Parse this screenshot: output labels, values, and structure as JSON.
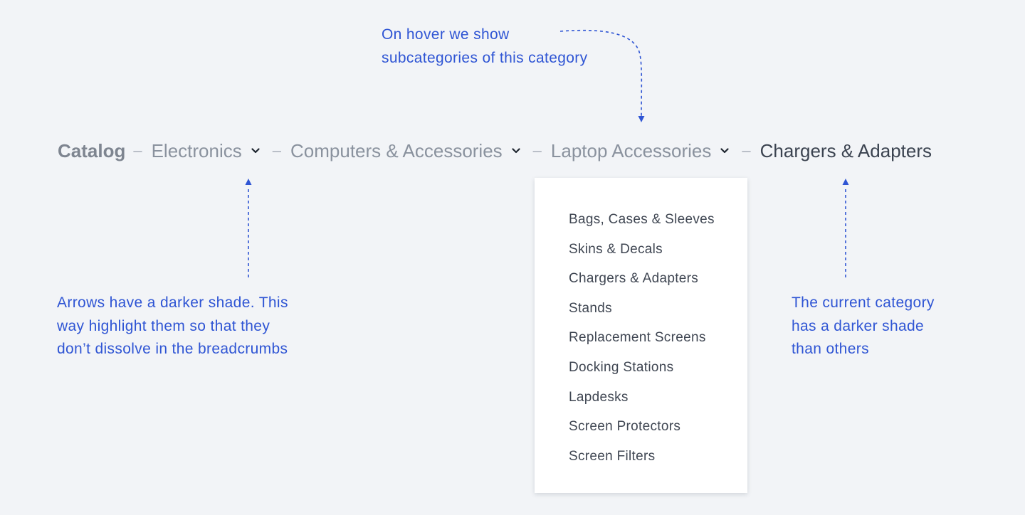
{
  "annotations": {
    "hover": [
      "On hover we show",
      "subcategories of this category"
    ],
    "arrows": [
      "Arrows have a darker shade. This",
      "way highlight them so that they",
      "don’t dissolve in the breadcrumbs"
    ],
    "current": [
      "The current category",
      "has a darker shade",
      "than others"
    ]
  },
  "breadcrumbs": {
    "separator": "–",
    "items": [
      {
        "label": "Catalog",
        "has_dropdown": false
      },
      {
        "label": "Electronics",
        "has_dropdown": true
      },
      {
        "label": "Computers & Accessories",
        "has_dropdown": true
      },
      {
        "label": "Laptop Accessories",
        "has_dropdown": true
      },
      {
        "label": "Chargers & Adapters",
        "has_dropdown": false,
        "current": true
      }
    ]
  },
  "dropdown": {
    "items": [
      "Bags, Cases & Sleeves",
      "Skins & Decals",
      "Chargers & Adapters",
      "Stands",
      "Replacement Screens",
      "Docking Stations",
      "Lapdesks",
      "Screen Protectors",
      "Screen Filters"
    ]
  },
  "colors": {
    "background": "#f2f4f7",
    "annotation": "#2f55d4",
    "crumb": "#8a929e",
    "current_crumb": "#3b4350",
    "caret": "#1f2630"
  },
  "icons": {
    "caret": "chevron-down-icon"
  }
}
